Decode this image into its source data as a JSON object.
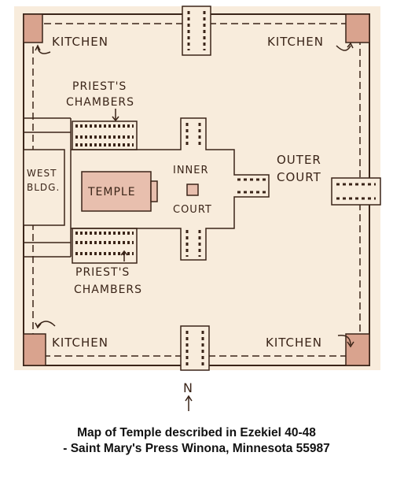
{
  "map": {
    "labels": {
      "kitchen": "KITCHEN",
      "priests_chambers_line1": "PRIEST'S",
      "priests_chambers_line2": "CHAMBERS",
      "west_bldg_line1": "WEST",
      "west_bldg_line2": "BLDG.",
      "temple": "TEMPLE",
      "inner_court_line1": "INNER",
      "inner_court_line2": "COURT",
      "outer_court_line1": "OUTER",
      "outer_court_line2": "COURT",
      "north": "N"
    },
    "colors": {
      "paper": "#f8ecdc",
      "ink": "#3a2418",
      "wall_fill": "#d9a38e",
      "building_fill": "#e8bfae"
    }
  },
  "caption": {
    "line1": "Map of Temple described in Ezekiel 40-48",
    "line2": "- Saint Mary's Press Winona, Minnesota 55987"
  }
}
